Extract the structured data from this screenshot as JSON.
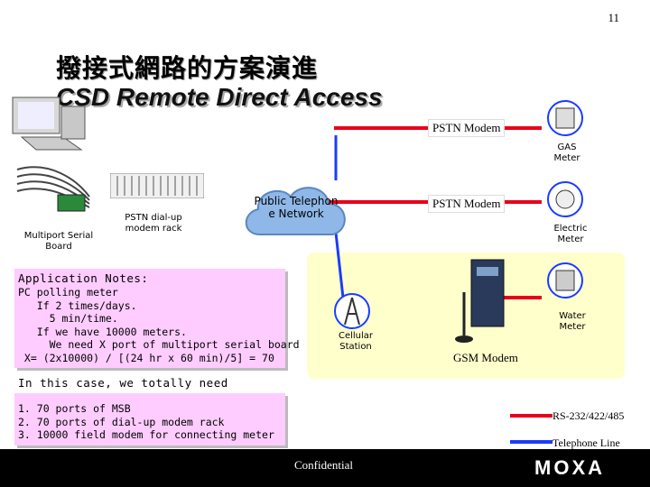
{
  "page_number": "11",
  "title_cn": "撥接式網路的方案演進",
  "title_en": "CSD Remote Direct Access",
  "labels": {
    "pstn_modem_top": "PSTN Modem",
    "pstn_modem_mid": "PSTN Modem",
    "gas_meter": "GAS Meter",
    "electric_meter": "Electric Meter",
    "water_meter": "Water Meter",
    "multiport": "Multiport Serial Board",
    "dialup_rack": "PSTN dial-up modem rack",
    "public_network": "Public Telephon e Network",
    "cellular_station": "Cellular Station",
    "gsm_modem": "GSM Modem"
  },
  "notes": {
    "heading": "Application Notes:",
    "lines": "PC polling meter\n   If 2 times/days.\n     5 min/time.\n   If we have 10000 meters.\n     We need X port of multiport serial board\n X= (2x10000) / [(24 hr x 60 min)/5] = 70",
    "subheading": "In this case, we totally need",
    "needs": "1. 70 ports of MSB\n2. 70 ports of dial-up modem rack\n3. 10000 field modem for connecting meter"
  },
  "legend": {
    "rs": "RS-232/422/485",
    "tel": "Telephone Line",
    "rs_color": "#e8001a",
    "tel_color": "#1a3cff"
  },
  "footer": {
    "confidential": "Confidential",
    "brand": "MOXA"
  }
}
